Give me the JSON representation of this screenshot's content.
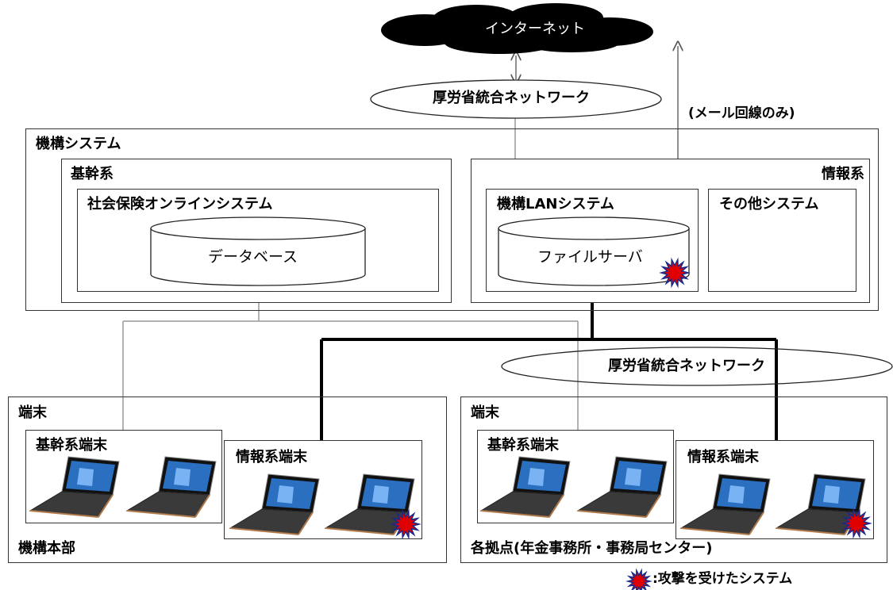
{
  "internet": {
    "label": "インターネット"
  },
  "mhlw_network_top": {
    "label": "厚労省統合ネットワーク"
  },
  "mhlw_network_mid": {
    "label": "厚労省統合ネットワーク"
  },
  "mail_only_note": "(メール回線のみ)",
  "organization_system": {
    "label": "機構システム",
    "core": {
      "label": "基幹系",
      "online_system": {
        "label": "社会保険オンラインシステム",
        "db_label": "データベース"
      }
    },
    "info": {
      "label": "情報系",
      "lan_system": {
        "label": "機構LANシステム",
        "server_label": "ファイルサーバ",
        "attacked": true
      },
      "other_system": {
        "label": "その他システム"
      }
    }
  },
  "sites": [
    {
      "terminal_label": "端末",
      "site_label": "機構本部",
      "core_terminals": {
        "label": "基幹系端末",
        "count": 2
      },
      "info_terminals": {
        "label": "情報系端末",
        "count": 2,
        "attacked_index": 1
      }
    },
    {
      "terminal_label": "端末",
      "site_label": "各拠点(年金事務所・事務局センター)",
      "core_terminals": {
        "label": "基幹系端末",
        "count": 2
      },
      "info_terminals": {
        "label": "情報系端末",
        "count": 2,
        "attacked_index": 1
      }
    }
  ],
  "legend": {
    "label": ":攻撃を受けたシステム"
  },
  "colors": {
    "attack_burst": "#e00000",
    "attack_outline": "#1a2a8a",
    "cloud": "#000000",
    "screen": "#2a6fc0"
  }
}
